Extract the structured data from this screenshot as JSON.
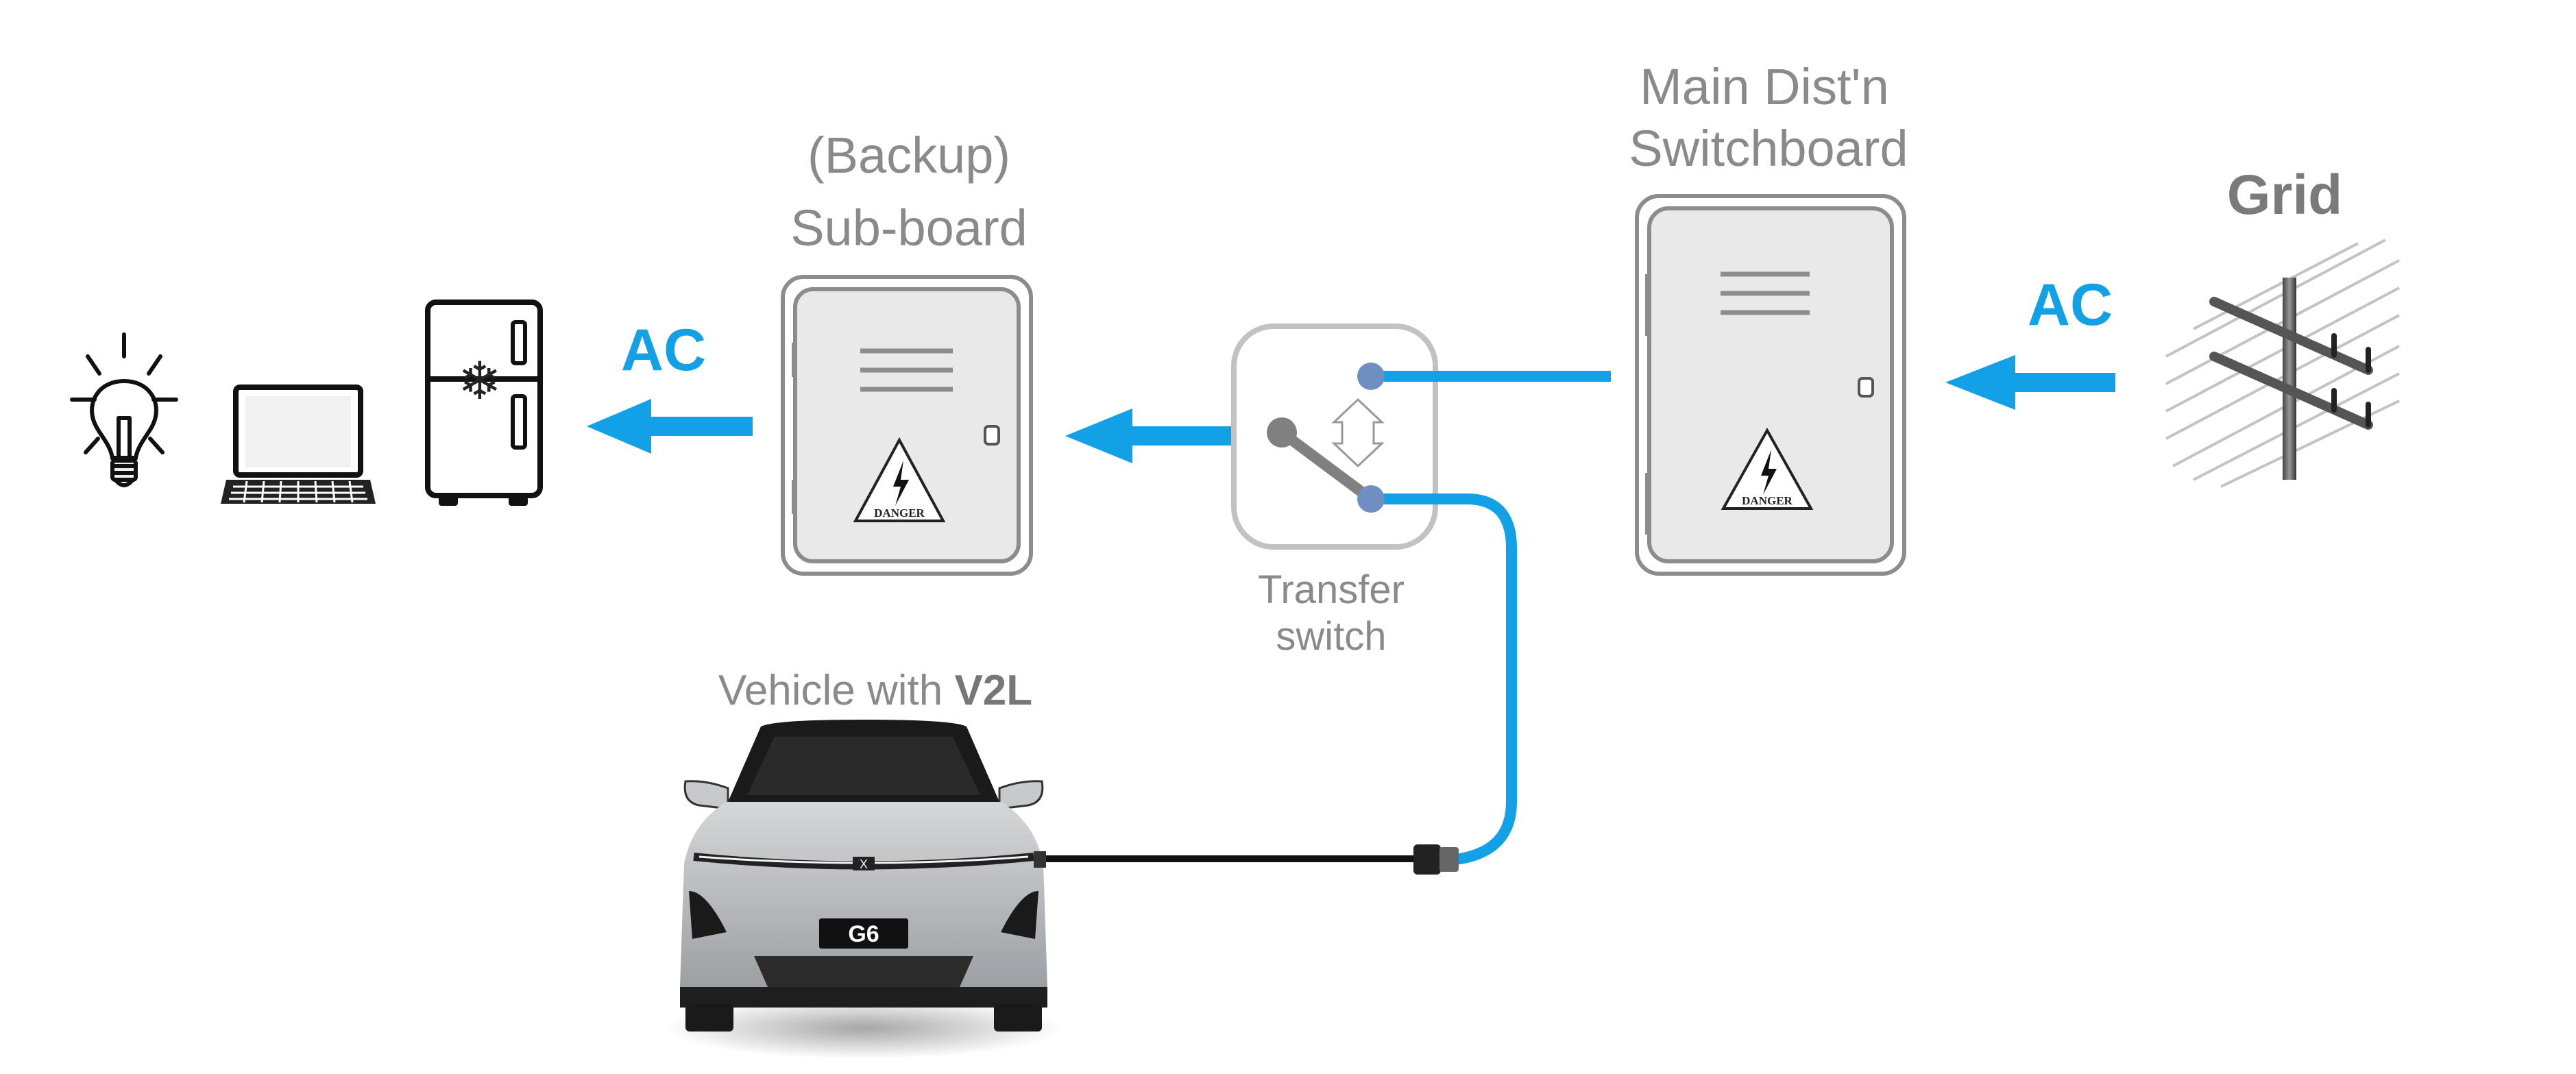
{
  "diagram": {
    "title": "Vehicle-to-Load backup power wiring",
    "colors": {
      "flow": "#12a0e6",
      "label": "#8a8a8a",
      "switch_contact": "#6f8fc2",
      "switch_pivot": "#808080",
      "board_fill": "#e9e9e9",
      "board_stroke": "#8c8c8c"
    },
    "loads": {
      "icons": [
        "light-bulb-icon",
        "laptop-icon",
        "fridge-icon"
      ]
    },
    "ac_left": {
      "label": "AC"
    },
    "ac_right": {
      "label": "AC"
    },
    "sub_board": {
      "label_line1": "(Backup)",
      "label_line2": "Sub-board",
      "danger_text": "DANGER"
    },
    "transfer_switch": {
      "label_line1": "Transfer",
      "label_line2": "switch",
      "position": "vehicle"
    },
    "main_board": {
      "label_line1": "Main Dist'n",
      "label_line2": "Switchboard",
      "danger_text": "DANGER"
    },
    "grid": {
      "label": "Grid",
      "icon": "power-pole-icon"
    },
    "vehicle": {
      "label_prefix": "Vehicle with ",
      "label_bold": "V2L",
      "plate": "G6",
      "badge": "X"
    }
  }
}
